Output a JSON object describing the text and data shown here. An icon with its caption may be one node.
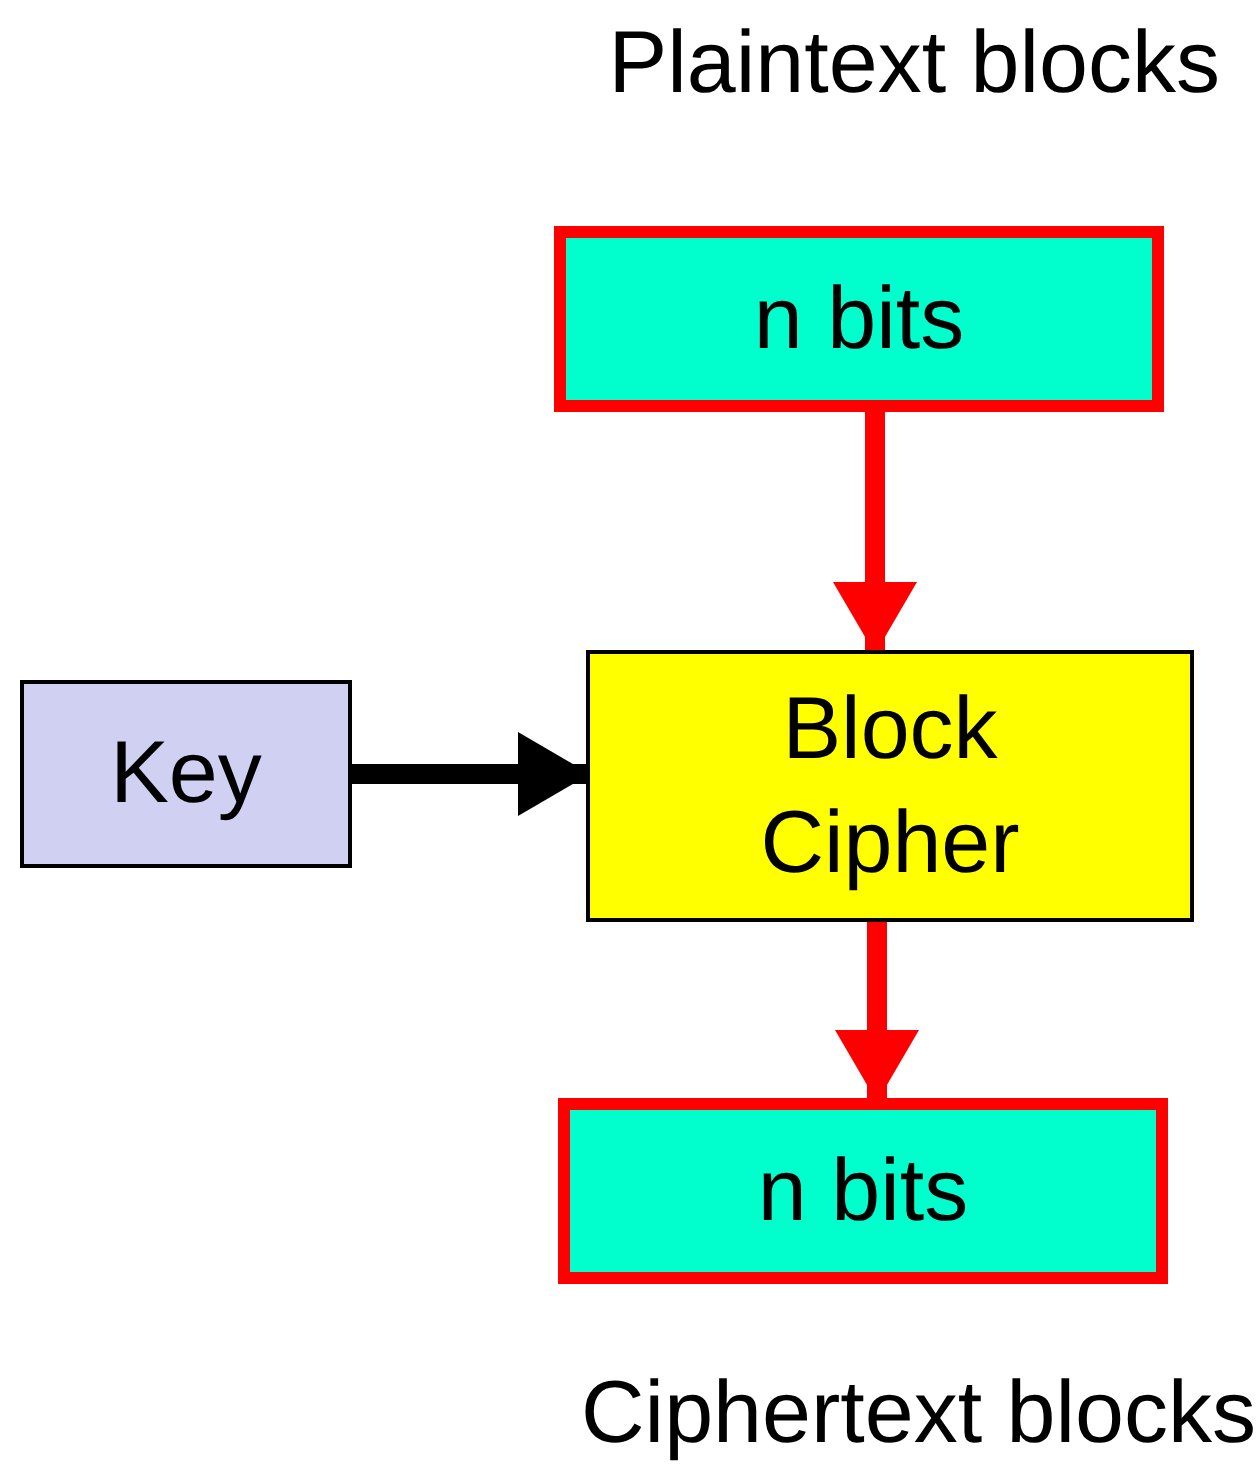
{
  "diagram": {
    "nodes": [
      {
        "text": [
          "n bits"
        ]
      },
      {
        "text": [
          "Key"
        ]
      },
      {
        "text": [
          "Block Cipher"
        ]
      },
      {
        "text": [
          "n bits"
        ]
      }
    ],
    "edges": [
      {
        "from": 0,
        "to": 2,
        "arrow": "to"
      },
      {
        "from": 1,
        "to": 2,
        "arrow": "to",
        "color": "#000000"
      },
      {
        "from": 2,
        "to": 3,
        "arrow": "to"
      }
    ],
    "labels": [
      "Plaintext blocks",
      "Ciphertext blocks"
    ]
  }
}
